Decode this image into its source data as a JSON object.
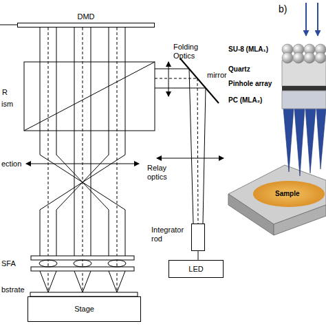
{
  "diagram": {
    "nodes": [
      {
        "text": [
          "DMD"
        ]
      },
      {
        "text": [
          "Integrator rod"
        ]
      },
      {
        "text": [
          "LED"
        ]
      },
      {
        "text": [
          "Stage"
        ]
      }
    ],
    "labels": [
      "b)",
      "Folding Optics",
      "R",
      "ism",
      "mirror",
      "SU-8 (MLA₁)",
      "Quartz",
      "Pinhole array",
      "PC (MLA₂)",
      "ection",
      "Relay optics",
      "Sample",
      "SFA",
      "bstrate"
    ]
  }
}
